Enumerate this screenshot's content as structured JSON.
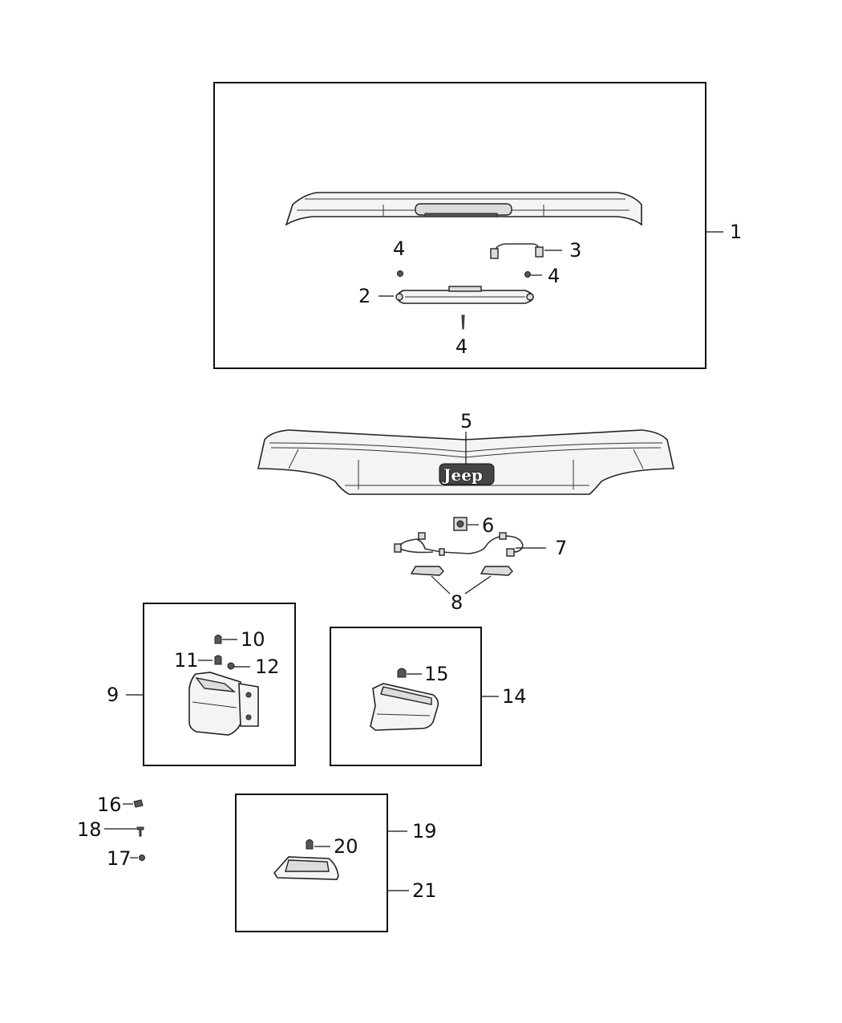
{
  "callouts": {
    "c1": "1",
    "c2": "2",
    "c3": "3",
    "c4a": "4",
    "c4b": "4",
    "c4c": "4",
    "c5": "5",
    "c6": "6",
    "c7": "7",
    "c8": "8",
    "c9": "9",
    "c10": "10",
    "c11": "11",
    "c12": "12",
    "c14": "14",
    "c15": "15",
    "c16": "16",
    "c17": "17",
    "c18": "18",
    "c19": "19",
    "c20": "20",
    "c21": "21"
  },
  "logo": {
    "text": "Jeep"
  }
}
